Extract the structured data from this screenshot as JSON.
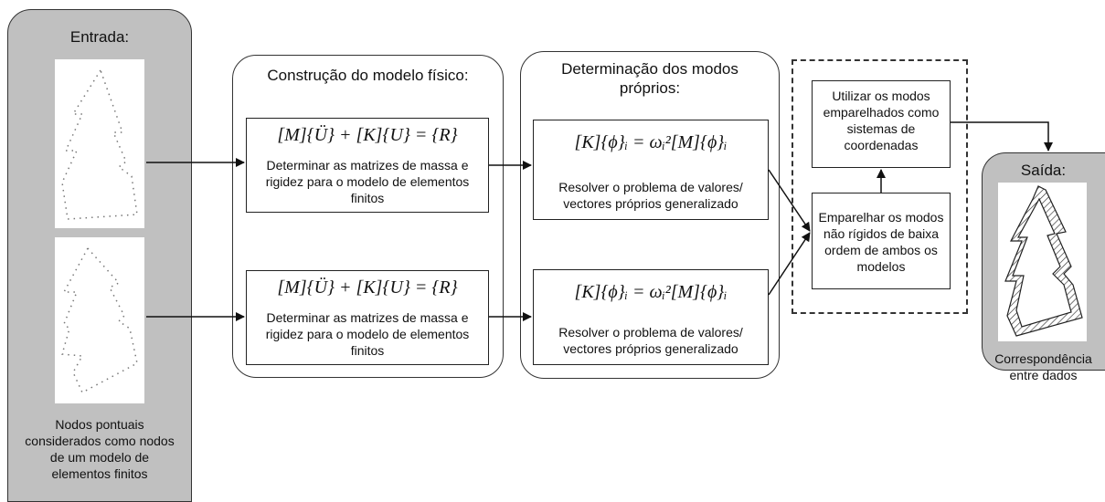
{
  "input_panel": {
    "title": "Entrada:",
    "caption": "Nodos pontuais considerados como nodos de um modelo de elementos finitos"
  },
  "physics_panel": {
    "title": "Construção do modelo físico:",
    "equation": "[M]{Ü} + [K]{U} = {R}",
    "description": "Determinar as matrizes de massa e rigidez para o modelo de elementos finitos"
  },
  "modes_panel": {
    "title": "Determinação dos modos próprios:",
    "equation": "[K]{ϕ}ᵢ = ωᵢ²[M]{ϕ}ᵢ",
    "description": "Resolver o problema de valores/ vectores próprios generalizado"
  },
  "matching": {
    "use_modes": "Utilizar os modos emparelhados como sistemas de coordenadas",
    "pair_modes": "Emparelhar os modos não rígidos de baixa ordem de ambos os modelos"
  },
  "output_panel": {
    "title": "Saída:",
    "caption": "Correspondência entre dados"
  }
}
